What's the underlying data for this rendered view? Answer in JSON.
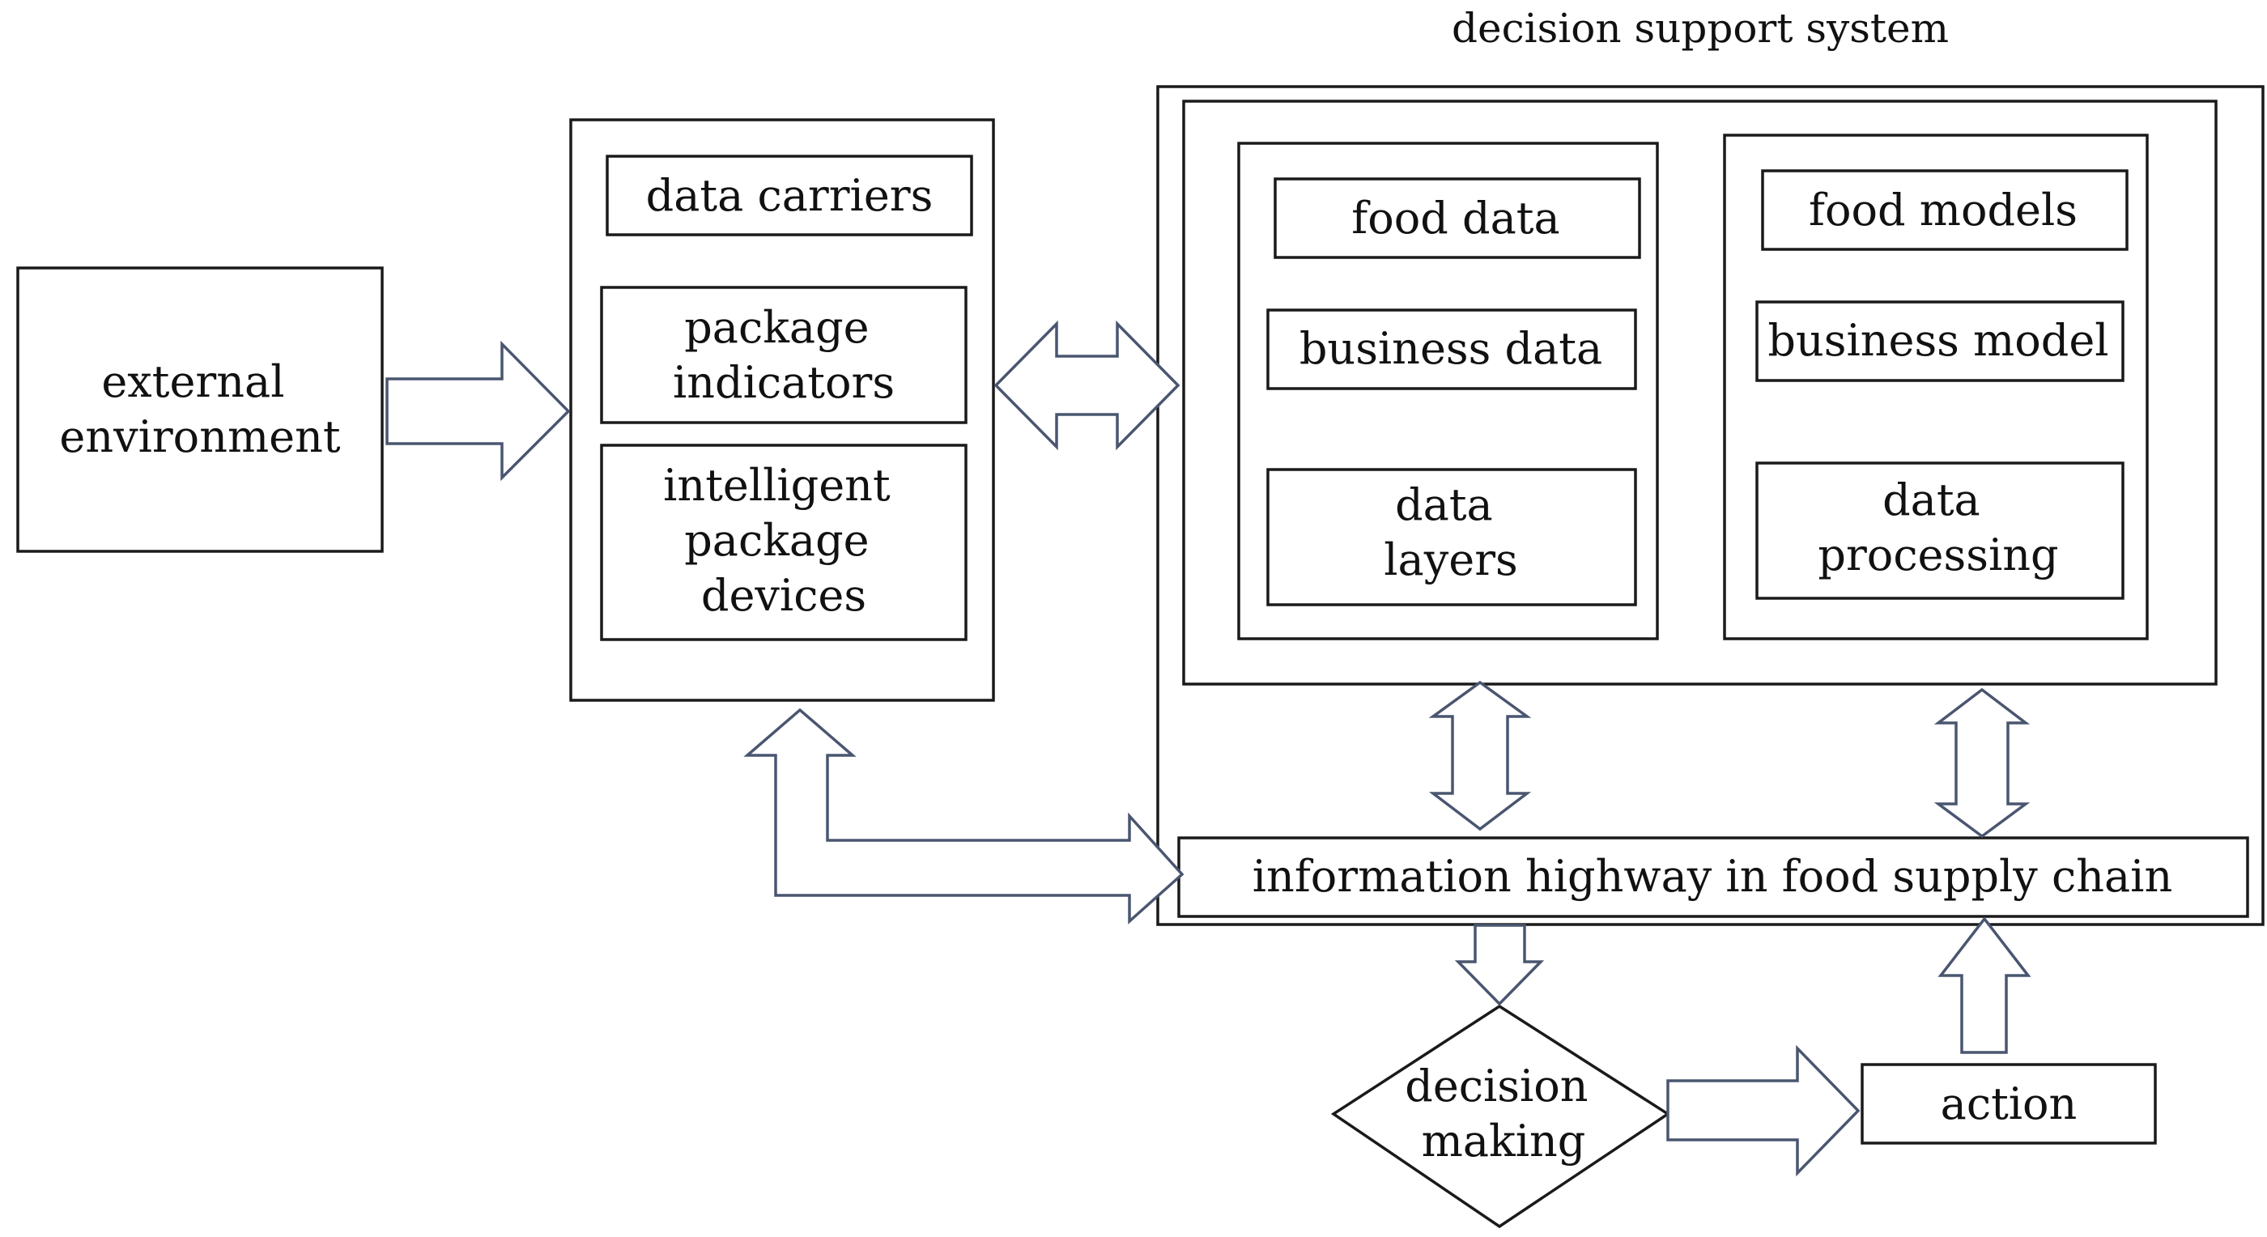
{
  "diagram": {
    "title": "decision support system",
    "external_environment": [
      "external",
      "environment"
    ],
    "data_carriers": "data carriers",
    "package_indicators": [
      "package",
      "indicators"
    ],
    "intelligent_package_devices": [
      "intelligent",
      "package",
      "devices"
    ],
    "food_data": "food data",
    "business_data": "business data",
    "data_layers": [
      "data",
      "layers"
    ],
    "food_models": "food models",
    "business_model": "business model",
    "data_processing": [
      "data",
      "processing"
    ],
    "information_highway": "information highway in food supply chain",
    "decision_making": [
      "decision",
      "making"
    ],
    "action": "action"
  }
}
